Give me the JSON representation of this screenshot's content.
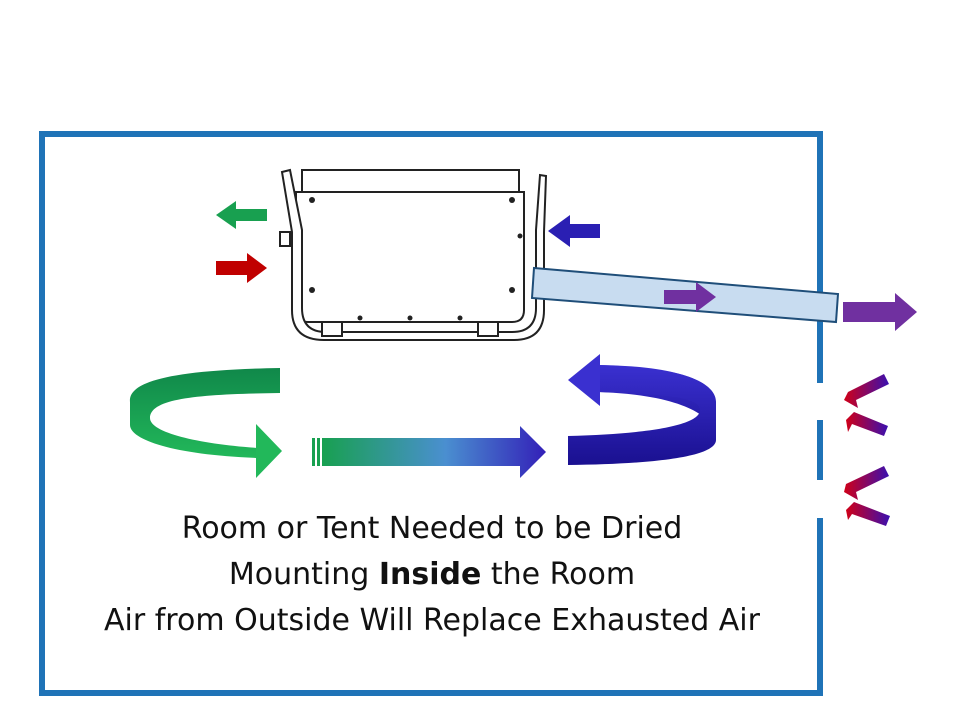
{
  "caption": {
    "line1": "Room or Tent Needed to be Dried",
    "line2_before": "Mounting ",
    "line2_bold": "Inside",
    "line2_after": " the Room",
    "line3": "Air from Outside Will Replace Exhausted Air"
  },
  "colors": {
    "room_border": "#1f73b7",
    "dry_air": "#18a050",
    "wet_air": "#c00000",
    "return_air": "#2a1fb3",
    "exhaust_air": "#7030a0",
    "duct_fill": "#c8dcf0",
    "duct_stroke": "#1f4e79",
    "outside_air_start": "#d00018",
    "outside_air_end": "#3a10b0"
  },
  "icons": [
    "dehumidifier-unit",
    "exhaust-duct",
    "airflow-arrow"
  ]
}
